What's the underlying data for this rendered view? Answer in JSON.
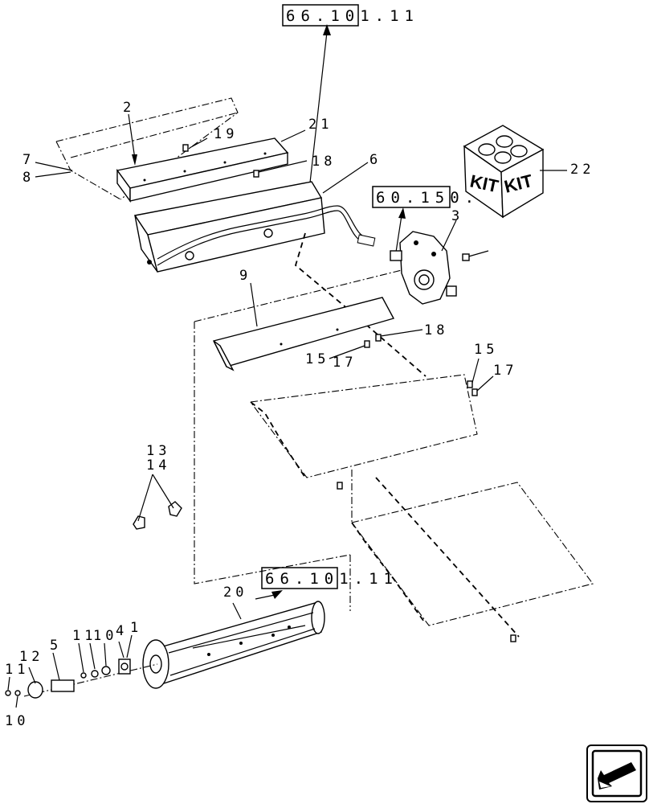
{
  "references": {
    "top": "66.101.11",
    "gearbox": "60.150.02",
    "rotor": "66.101.11"
  },
  "kit": {
    "text_left": "KIT",
    "text_right": "KIT"
  },
  "labels": {
    "l1": "1",
    "l2": "2",
    "l3": "3",
    "l4": "4",
    "l5": "5",
    "l6": "6",
    "l7": "7",
    "l8": "8",
    "l9": "9",
    "l10a": "10",
    "l10b": "10",
    "l11a": "11",
    "l11b": "11",
    "l12": "12",
    "l13": "13",
    "l14": "14",
    "l15a": "15",
    "l15b": "15",
    "l17a": "17",
    "l17b": "17",
    "l18a": "18",
    "l18b": "18",
    "l19": "19",
    "l20": "20",
    "l21": "21",
    "l22": "22"
  },
  "nav": {
    "icon": "next-page-arrow-icon"
  }
}
